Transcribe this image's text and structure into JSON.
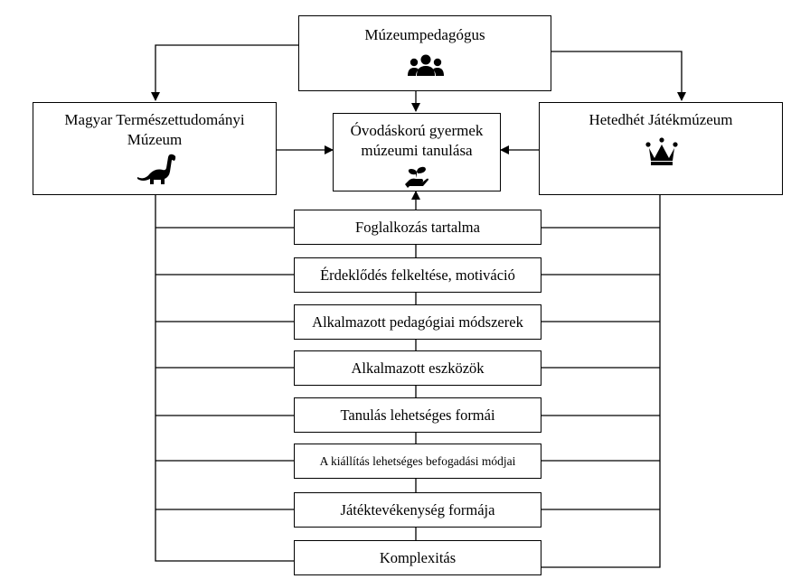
{
  "top_node": {
    "label": "Múzeumpedagógus",
    "icon": "people-group-icon"
  },
  "left_node": {
    "label_line1": "Magyar Természettudományi",
    "label_line2": "Múzeum",
    "icon": "dinosaur-icon"
  },
  "right_node": {
    "label": "Hetedhét Játékmúzeum",
    "icon": "crown-icon"
  },
  "center_node": {
    "label_line1": "Óvodáskorú gyermek",
    "label_line2": "múzeumi tanulása",
    "icon": "hand-seedling-icon"
  },
  "steps": [
    "Foglalkozás tartalma",
    "Érdeklődés felkeltése, motiváció",
    "Alkalmazott pedagógiai módszerek",
    "Alkalmazott eszközök",
    "Tanulás lehetséges formái",
    "A kiállítás lehetséges befogadási módjai",
    "Játéktevékenység formája",
    "Komplexitás"
  ],
  "colors": {
    "line": "#000000",
    "background": "#ffffff"
  }
}
